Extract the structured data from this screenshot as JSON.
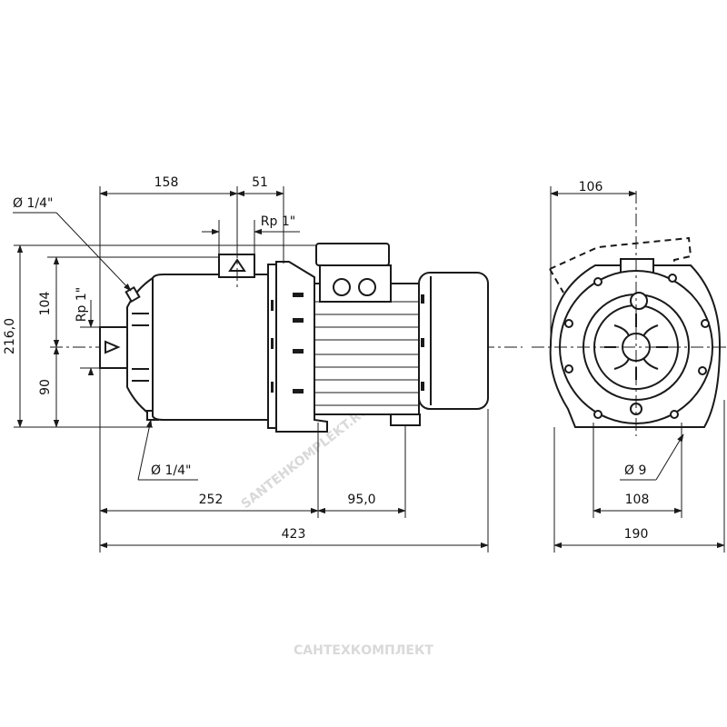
{
  "dimensions": {
    "top_left_width": "158",
    "top_outlet_offset": "51",
    "outlet_thread": "Rp 1\"",
    "inlet_thread": "Rp 1\"",
    "drain_top": "Ø 1/4\"",
    "drain_bottom": "Ø 1/4\"",
    "height_total": "216,0",
    "height_upper": "104",
    "height_lower": "90",
    "length_pump": "252",
    "length_motor": "95,0",
    "length_total": "423",
    "side_top": "106",
    "side_hole": "Ø 9",
    "side_foot_spacing": "108",
    "side_width": "190"
  },
  "watermarks": {
    "diagonal": "SANTEHKOMPLEKT.RU",
    "bottom": "САНТЕХКОМПЛЕКТ"
  },
  "colors": {
    "line": "#1a1a1a",
    "watermark": "#d9d9d9"
  }
}
